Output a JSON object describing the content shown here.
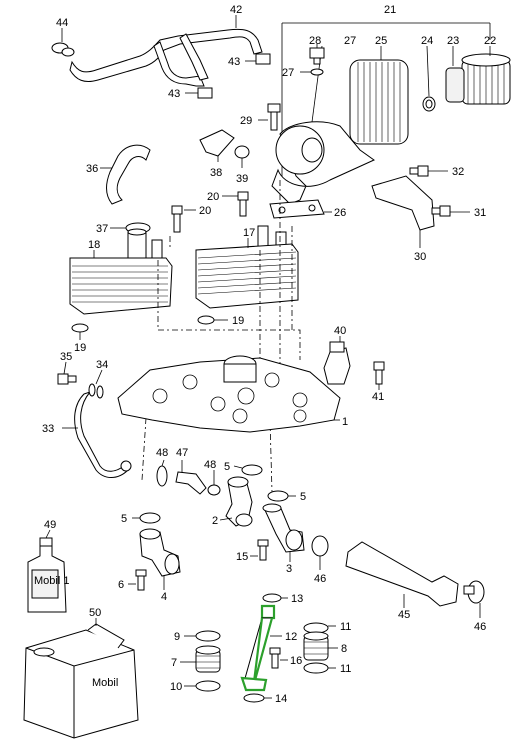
{
  "callouts": {
    "c1": "1",
    "c2": "2",
    "c3": "3",
    "c4": "4",
    "c5a": "5",
    "c5b": "5",
    "c5c": "5",
    "c6": "6",
    "c7": "7",
    "c8": "8",
    "c9": "9",
    "c10": "10",
    "c11a": "11",
    "c11b": "11",
    "c12": "12",
    "c13": "13",
    "c14": "14",
    "c15": "15",
    "c16": "16",
    "c17": "17",
    "c18": "18",
    "c19a": "19",
    "c19b": "19",
    "c20a": "20",
    "c20b": "20",
    "c21": "21",
    "c22": "22",
    "c23": "23",
    "c24": "24",
    "c25": "25",
    "c26": "26",
    "c27a": "27",
    "c27b": "27",
    "c28": "28",
    "c29": "29",
    "c30": "30",
    "c31": "31",
    "c32": "32",
    "c33": "33",
    "c34": "34",
    "c35": "35",
    "c36": "36",
    "c37": "37",
    "c38": "38",
    "c39": "39",
    "c40": "40",
    "c41": "41",
    "c42": "42",
    "c43a": "43",
    "c43b": "43",
    "c44": "44",
    "c45": "45",
    "c46a": "46",
    "c46b": "46",
    "c47": "47",
    "c48a": "48",
    "c48b": "48",
    "c49": "49",
    "c50": "50"
  },
  "labels": {
    "bottle_brand": "Mobil 1",
    "canister_brand": "Mobil"
  },
  "colors": {
    "line": "#000000",
    "background": "#ffffff",
    "highlight": "#2ca02c"
  }
}
